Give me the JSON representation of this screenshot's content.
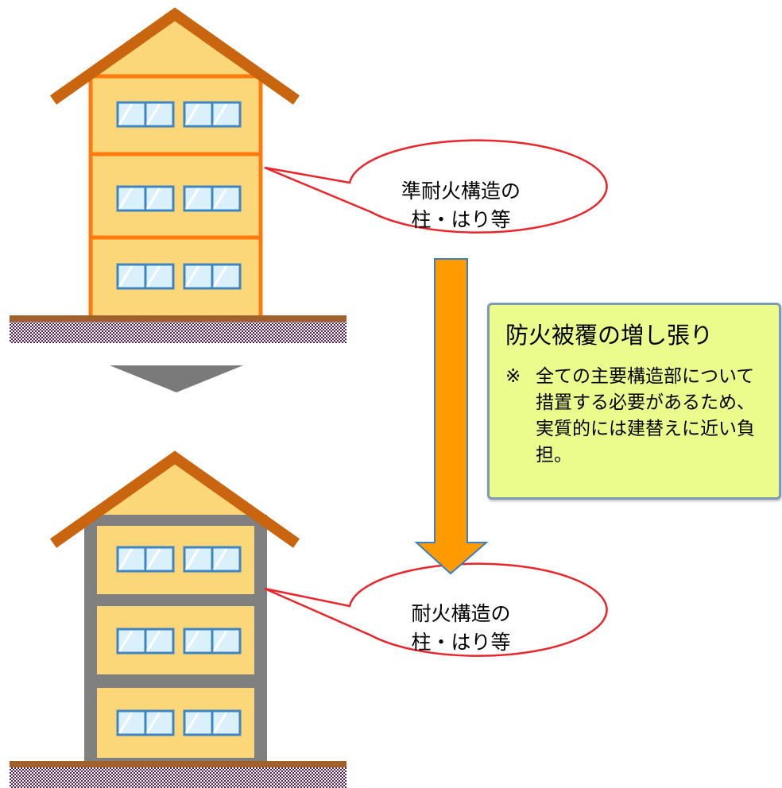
{
  "callouts": {
    "top": {
      "line1": "準耐火構造の",
      "line2": "柱・はり等"
    },
    "bottom": {
      "line1": "耐火構造の",
      "line2": "柱・はり等"
    }
  },
  "note": {
    "title": "防火被覆の増し張り",
    "mark": "※",
    "body": "全ての主要構造部について措置する必要があるため、実質的には建替えに近い負担。"
  },
  "colors": {
    "roof": "#c8650e",
    "wall": "#fcd77a",
    "frame_before": "#ff7a0c",
    "frame_after": "#808080",
    "window_frame": "#3f85c4",
    "window_glass": "#daf1fb",
    "arrow_fill": "#ff9a00",
    "arrow_stroke": "#3c7ec4",
    "note_fill": "#ebfc8c",
    "note_border": "#7f9ab4",
    "callout_border": "#e8262b",
    "ground_top": "#a0612a",
    "ground_pattern": "#5a1f4e",
    "down_marker": "#7a7a7a"
  }
}
